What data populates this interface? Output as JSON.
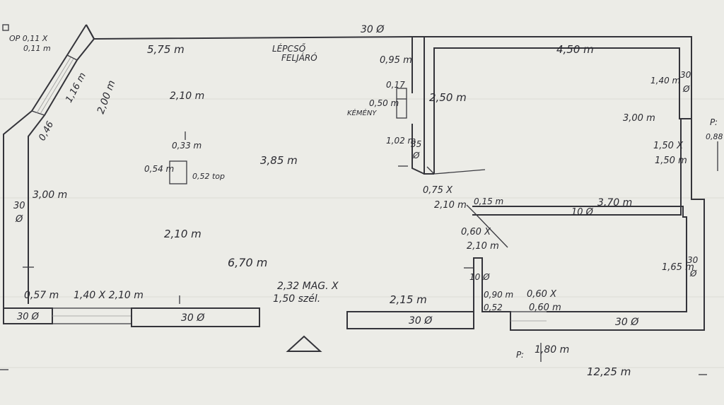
{
  "labels": {
    "top_wall": "30 Ø",
    "window_top_left_a": "OP 0,11 X",
    "window_top_left_b": "0,11 m",
    "dim_575": "5,75 m",
    "stair_a": "LÉPCSŐ",
    "stair_b": "FELJÁRÓ",
    "dim_450": "4,50 m",
    "dim_095": "0,95 m",
    "dim_116": "1,16 m",
    "dim_200": "2,00 m",
    "dim_210_a": "2,10 m",
    "dim_017": "0,17",
    "dim_050": "0,50 m",
    "kemeny": "KÉMÉNY",
    "dim_250": "2,50 m",
    "dim_140": "1,40 m",
    "wall_right_30": "30",
    "wall_right_phi": "Ø",
    "p_right": "P:",
    "p_right_val": "0,88",
    "dim_300_r": "3,00 m",
    "dim_046": "0,46",
    "dim_033": "0,33 m",
    "dim_054": "0,54 m",
    "opening_052": "0,52 top",
    "dim_385": "3,85 m",
    "dim_102": "1,02 m",
    "wall_35": "35",
    "wall_35_phi": "Ø",
    "dim_150x": "1,50 X",
    "dim_150m": "1,50 m",
    "dim_300_l": "3,00 m",
    "left_30": "30",
    "left_phi": "Ø",
    "dim_075x": "0,75 X",
    "dim_210_door": "2,10 m",
    "dim_015": "0,15 m",
    "dim_370": "3,70 m",
    "wall_10": "10 Ø",
    "dim_060x": "0,60 X",
    "dim_210_b": "2,10 m",
    "dim_210_c": "2,10 m",
    "dim_670": "6,70 m",
    "dim_165": "1,65 m",
    "wall_10_b": "10 Ø",
    "door_232": "2,32 MAG. X",
    "door_150": "1,50 szél.",
    "dim_057": "0,57 m",
    "window_140": "1,40 X 2,10 m",
    "dim_215": "2,15 m",
    "dim_090": "0,90 m",
    "dim_060x_b": "0,60 X",
    "dim_052": "0,52",
    "dim_060m": "0,60 m",
    "bottom_30_a": "30 Ø",
    "bottom_30_b": "30 Ø",
    "bottom_30_c": "30 Ø",
    "bottom_30_d": "30 Ø",
    "p_bottom": "P:",
    "p_bottom_val": "1,80 m",
    "dim_1225": "12,25 m"
  }
}
